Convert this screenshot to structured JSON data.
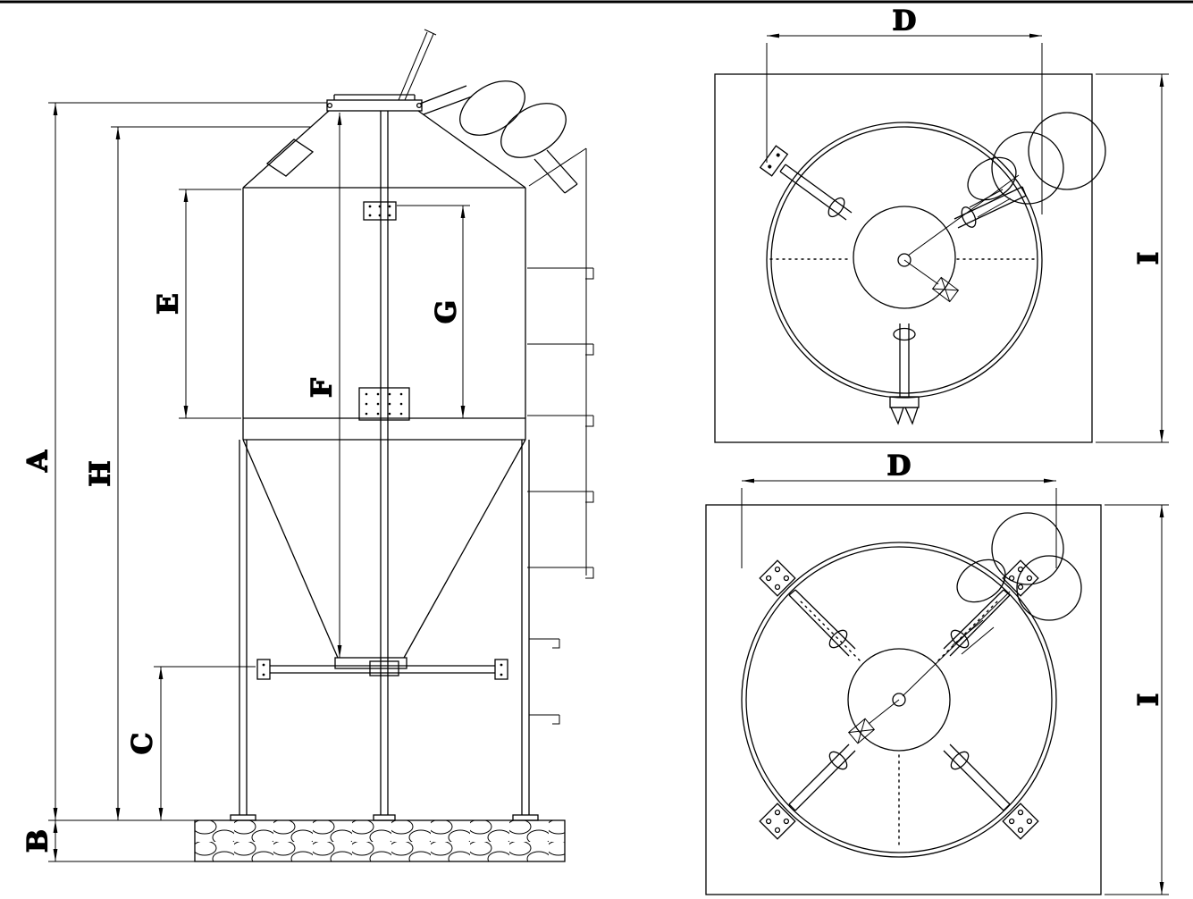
{
  "labels": {
    "elevation": {
      "A": "A",
      "B": "B",
      "C": "C",
      "E": "E",
      "F": "F",
      "G": "G",
      "H": "H"
    },
    "plan_top": {
      "D": "D",
      "I": "I"
    },
    "plan_bottom": {
      "D": "D",
      "I": "I"
    }
  }
}
